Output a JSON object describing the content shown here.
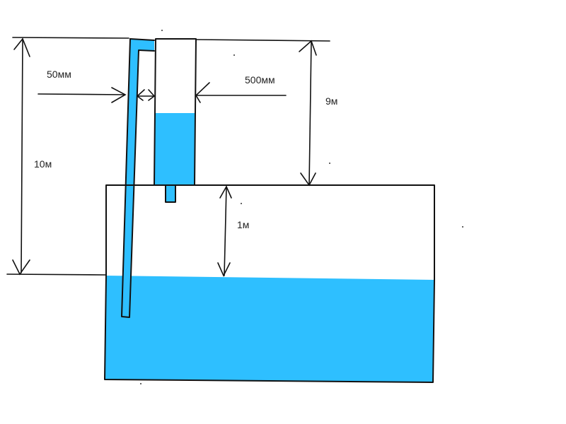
{
  "diagram": {
    "type": "hydraulic-siphon-sketch",
    "colors": {
      "water": "#2ebfff",
      "line": "#111111",
      "background": "#ffffff"
    },
    "labels": {
      "pipe_diameter": "50мм",
      "vessel_width": "500мм",
      "total_height": "10м",
      "vessel_height": "9м",
      "tank_air_gap": "1м"
    }
  }
}
